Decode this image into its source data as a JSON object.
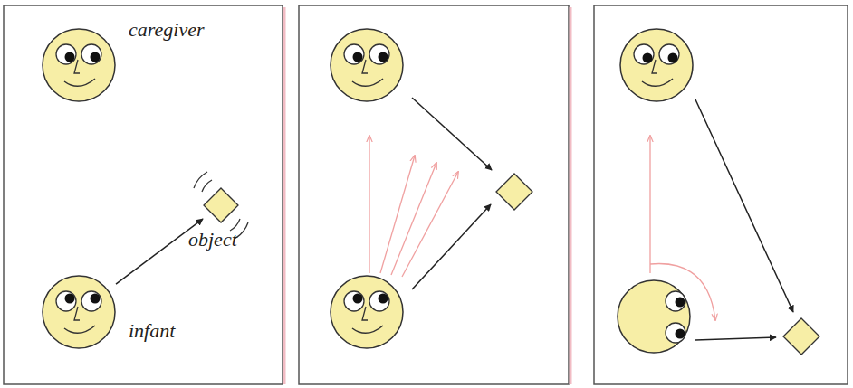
{
  "diagram": {
    "nodes": [
      {
        "text": [
          "caregiver"
        ]
      },
      {
        "text": [
          "object"
        ]
      },
      {
        "text": [
          "infant"
        ]
      }
    ],
    "edges": [
      {
        "from": 2,
        "to": 1,
        "arrow": "to"
      }
    ]
  }
}
